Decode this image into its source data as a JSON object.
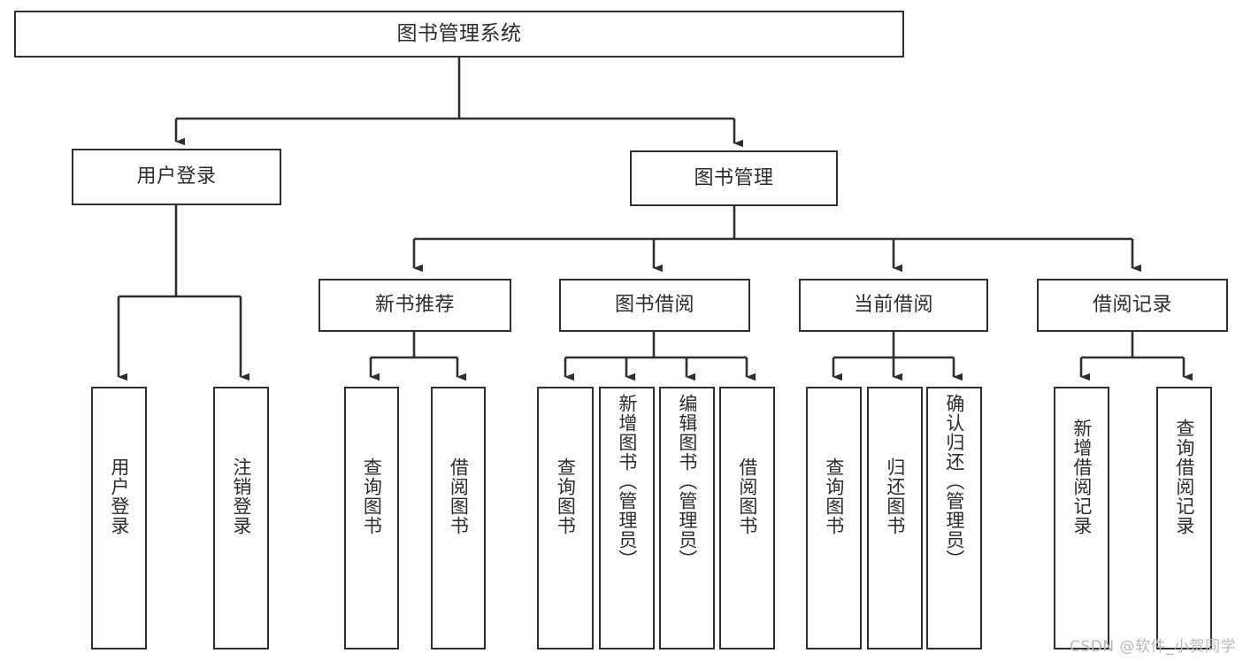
{
  "diagram": {
    "type": "tree-hierarchy-chart",
    "title": "图书管理系统",
    "line_color": "#2f2f2f",
    "box_fill": "#ffffff",
    "text_color": "#2b2b2b",
    "root": {
      "id": "root",
      "label": "图书管理系统"
    },
    "level2": [
      {
        "id": "user-login",
        "label": "用户登录"
      },
      {
        "id": "book-management",
        "label": "图书管理"
      }
    ],
    "level3": [
      {
        "id": "new-book-recommend",
        "label": "新书推荐",
        "parent": "book-management"
      },
      {
        "id": "book-borrow",
        "label": "图书借阅",
        "parent": "book-management"
      },
      {
        "id": "current-borrow",
        "label": "当前借阅",
        "parent": "book-management"
      },
      {
        "id": "borrow-record",
        "label": "借阅记录",
        "parent": "book-management"
      }
    ],
    "leaves": {
      "user_login": [
        {
          "id": "leaf-user-login",
          "label": "用户登录"
        },
        {
          "id": "leaf-logout-login",
          "label": "注销登录"
        }
      ],
      "new_book_recommend": [
        {
          "id": "leaf-query-book-1",
          "label": "查询图书"
        },
        {
          "id": "leaf-borrow-book-1",
          "label": "借阅图书"
        }
      ],
      "book_borrow": [
        {
          "id": "leaf-query-book-2",
          "label": "查询图书"
        },
        {
          "id": "leaf-add-book",
          "label": "新增图书（管理员）"
        },
        {
          "id": "leaf-edit-book",
          "label": "编辑图书（管理员）"
        },
        {
          "id": "leaf-borrow-book-2",
          "label": "借阅图书"
        }
      ],
      "current_borrow": [
        {
          "id": "leaf-query-book-3",
          "label": "查询图书"
        },
        {
          "id": "leaf-return-book",
          "label": "归还图书"
        },
        {
          "id": "leaf-confirm-return",
          "label": "确认归还（管理员）"
        }
      ],
      "borrow_record": [
        {
          "id": "leaf-add-record",
          "label": "新增借阅记录"
        },
        {
          "id": "leaf-query-record",
          "label": "查询借阅记录"
        }
      ]
    },
    "watermark": "CSDN @软件_小贺同学"
  }
}
